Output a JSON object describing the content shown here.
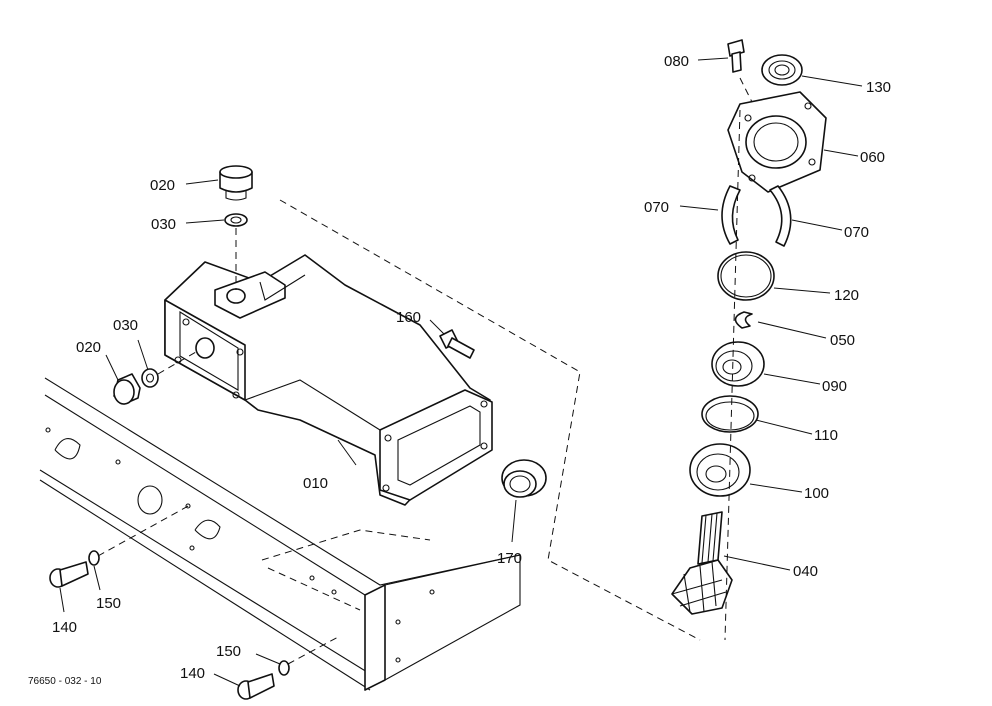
{
  "drawing_code": "76650 - 032 - 10",
  "callouts": {
    "c010": "010",
    "c020a": "020",
    "c020b": "020",
    "c030a": "030",
    "c030b": "030",
    "c040": "040",
    "c050": "050",
    "c060": "060",
    "c070a": "070",
    "c070b": "070",
    "c080": "080",
    "c090": "090",
    "c100": "100",
    "c110": "110",
    "c120": "120",
    "c130": "130",
    "c140a": "140",
    "c140b": "140",
    "c150a": "150",
    "c150b": "150",
    "c160": "160",
    "c170": "170"
  }
}
